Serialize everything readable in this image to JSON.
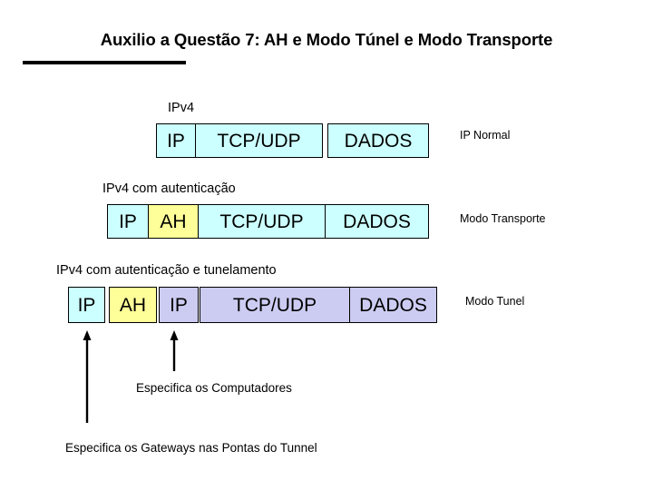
{
  "slide": {
    "title": "Auxilio a Questão 7: AH e Modo Túnel e Modo Transporte",
    "background_color": "#ffffff",
    "text_color": "#000000"
  },
  "palette": {
    "cyan": "#ccffff",
    "yellow": "#ffff99",
    "lavender": "#ccccf2",
    "outline": "#000000"
  },
  "rows": [
    {
      "caption": "IPv4",
      "mode_label": "IP Normal",
      "boxes": [
        {
          "label": "IP",
          "color": "cyan"
        },
        {
          "label": "TCP/UDP",
          "color": "cyan"
        },
        {
          "label": "DADOS",
          "color": "cyan"
        }
      ]
    },
    {
      "caption": "IPv4 com autenticação",
      "mode_label": "Modo Transporte",
      "boxes": [
        {
          "label": "IP",
          "color": "cyan"
        },
        {
          "label": "AH",
          "color": "yellow"
        },
        {
          "label": "TCP/UDP",
          "color": "cyan"
        },
        {
          "label": "DADOS",
          "color": "cyan"
        }
      ]
    },
    {
      "caption": "IPv4 com autenticação e tunelamento",
      "mode_label": "Modo Tunel",
      "boxes": [
        {
          "label": "IP",
          "color": "cyan"
        },
        {
          "label": "AH",
          "color": "yellow"
        },
        {
          "label": "IP",
          "color": "lavender"
        },
        {
          "label": "TCP/UDP",
          "color": "lavender"
        },
        {
          "label": "DADOS",
          "color": "lavender"
        }
      ]
    }
  ],
  "annotations": [
    {
      "text": "Especifica os Computadores"
    },
    {
      "text": "Especifica os Gateways nas Pontas do Tunnel"
    }
  ]
}
